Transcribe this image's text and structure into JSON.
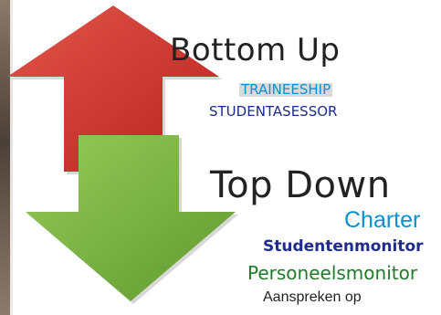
{
  "labels": {
    "bottom_up": "Bottom Up",
    "top_down": "Top Down"
  },
  "bottom_up_items": {
    "traineeship": "TRAINEESHIP",
    "studentasessor": "STUDENTASESSOR"
  },
  "top_down_items": {
    "charter": "Charter",
    "studentenmonitor": "Studentenmonitor",
    "personeelsmonitor": "Personeelsmonitor",
    "aanspreken_op": "Aanspreken op"
  },
  "colors": {
    "up_arrow": "#d63a31",
    "down_arrow": "#7cb342",
    "traineeship_text": "#0d8fd1",
    "studentasessor_text": "#1a2b8c",
    "charter_text": "#0b8fd0",
    "studentenmonitor_text": "#1f2d8a",
    "personeelsmonitor_text": "#1f7a2a"
  },
  "icons": {
    "up": "up-arrow-icon",
    "down": "down-arrow-icon"
  }
}
